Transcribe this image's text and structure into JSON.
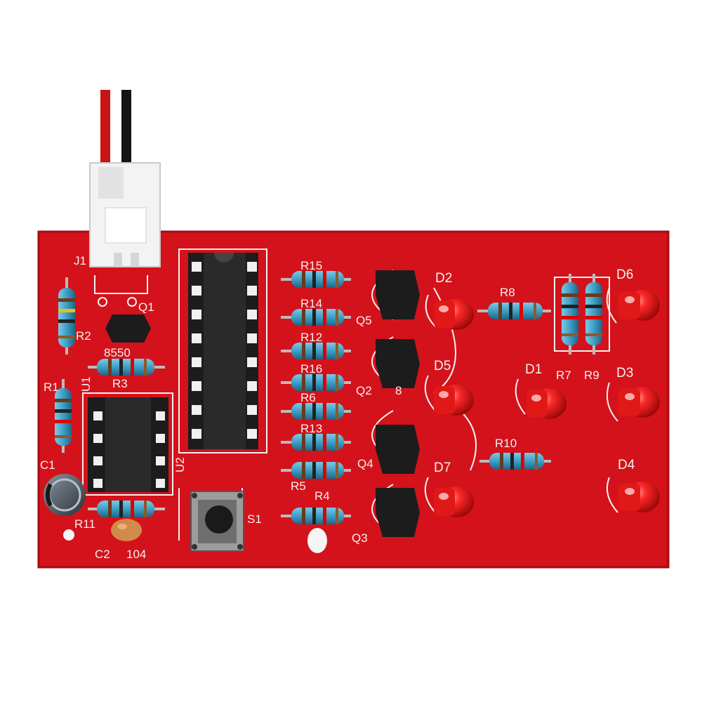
{
  "board": {
    "silkscreen": {
      "j1": "J1",
      "q1": "Q1",
      "q1_part": "8550",
      "r1": "R1",
      "r2": "R2",
      "r3": "R3",
      "r4": "R4",
      "r5": "R5",
      "r6": "R6",
      "r7": "R7",
      "r8": "R8",
      "r9": "R9",
      "r10": "R10",
      "r11": "R11",
      "r12": "R12",
      "r13": "R13",
      "r14": "R14",
      "r15": "R15",
      "r16": "R16",
      "u1": "U1",
      "u2": "U2",
      "c1": "C1",
      "c2": "C2",
      "c2_value": "104",
      "s1": "S1",
      "q2": "Q2",
      "q3": "Q3",
      "q4": "Q4",
      "q5": "Q5",
      "d1": "D1",
      "d2": "D2",
      "d3": "D3",
      "d4": "D4",
      "d5": "D5",
      "d6": "D6",
      "d7": "D7",
      "pin8": "8"
    }
  },
  "colors": {
    "pcb": "#d4121b",
    "silkscreen": "#f4f1ee",
    "resistor_body": "#3f9fc4",
    "led": "#ee2020",
    "ic": "#1c1c1c",
    "connector": "#f3f3f3",
    "wire_red": "#c81414",
    "wire_black": "#151515"
  }
}
